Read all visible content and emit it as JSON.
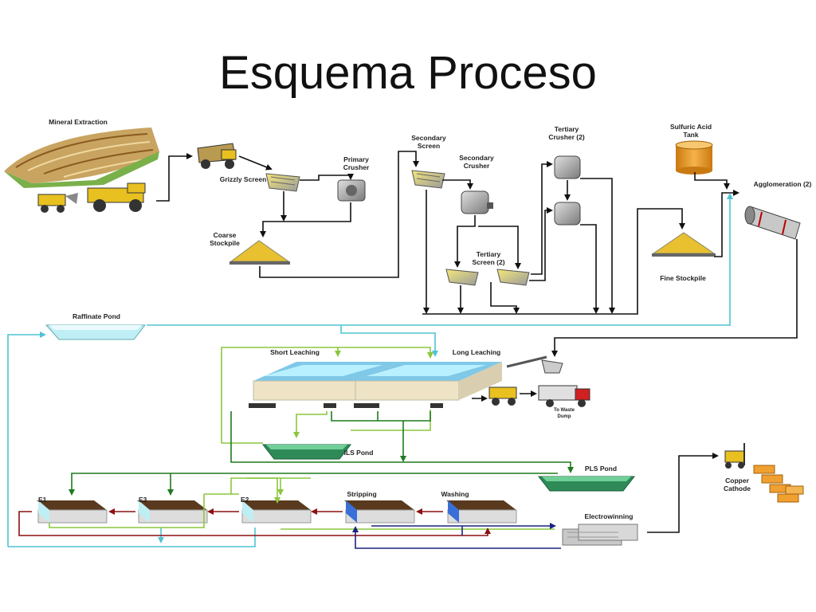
{
  "title": "Esquema Proceso",
  "labels": {
    "mineral_extraction": "Mineral Extraction",
    "grizzly_screen": "Grizzly Screen",
    "primary_crusher_1": "Primary",
    "primary_crusher_2": "Crusher",
    "coarse_stockpile_1": "Coarse",
    "coarse_stockpile_2": "Stockpile",
    "secondary_screen_1": "Secondary",
    "secondary_screen_2": "Screen",
    "secondary_crusher_1": "Secondary",
    "secondary_crusher_2": "Crusher",
    "tertiary_crusher_1": "Tertiary",
    "tertiary_crusher_2": "Crusher (2)",
    "tertiary_screen_1": "Tertiary",
    "tertiary_screen_2": "Screen (2)",
    "sulfuric_acid_1": "Sulfuric Acid",
    "sulfuric_acid_2": "Tank",
    "agglomeration": "Agglomeration (2)",
    "fine_stockpile": "Fine Stockpile",
    "raffinate_pond": "Raffinate Pond",
    "short_leaching": "Short Leaching",
    "long_leaching": "Long Leaching",
    "waste_dump_1": "To Waste",
    "waste_dump_2": "Dump",
    "ils_pond": "ILS Pond",
    "pls_pond": "PLS Pond",
    "copper_cathode_1": "Copper",
    "copper_cathode_2": "Cathode",
    "e1": "E1",
    "e3": "E3",
    "e2": "E2",
    "stripping": "Stripping",
    "washing": "Washing",
    "electrowinning": "Electrowinning"
  },
  "colors": {
    "ore_flow": "#111111",
    "raffinate_flow": "#4fc3d4",
    "short_leach_flow": "#8cc63f",
    "pls_flow": "#1f7a1f",
    "organic_flow": "#8b1010",
    "electrolyte_flow": "#1a237e",
    "screen_yellow": "#e8d24a",
    "pond_green": "#2e8b57",
    "pond_cyan": "#bfeef5",
    "tank_orange": "#f0a030",
    "heap_sand": "#e9dfbf"
  }
}
